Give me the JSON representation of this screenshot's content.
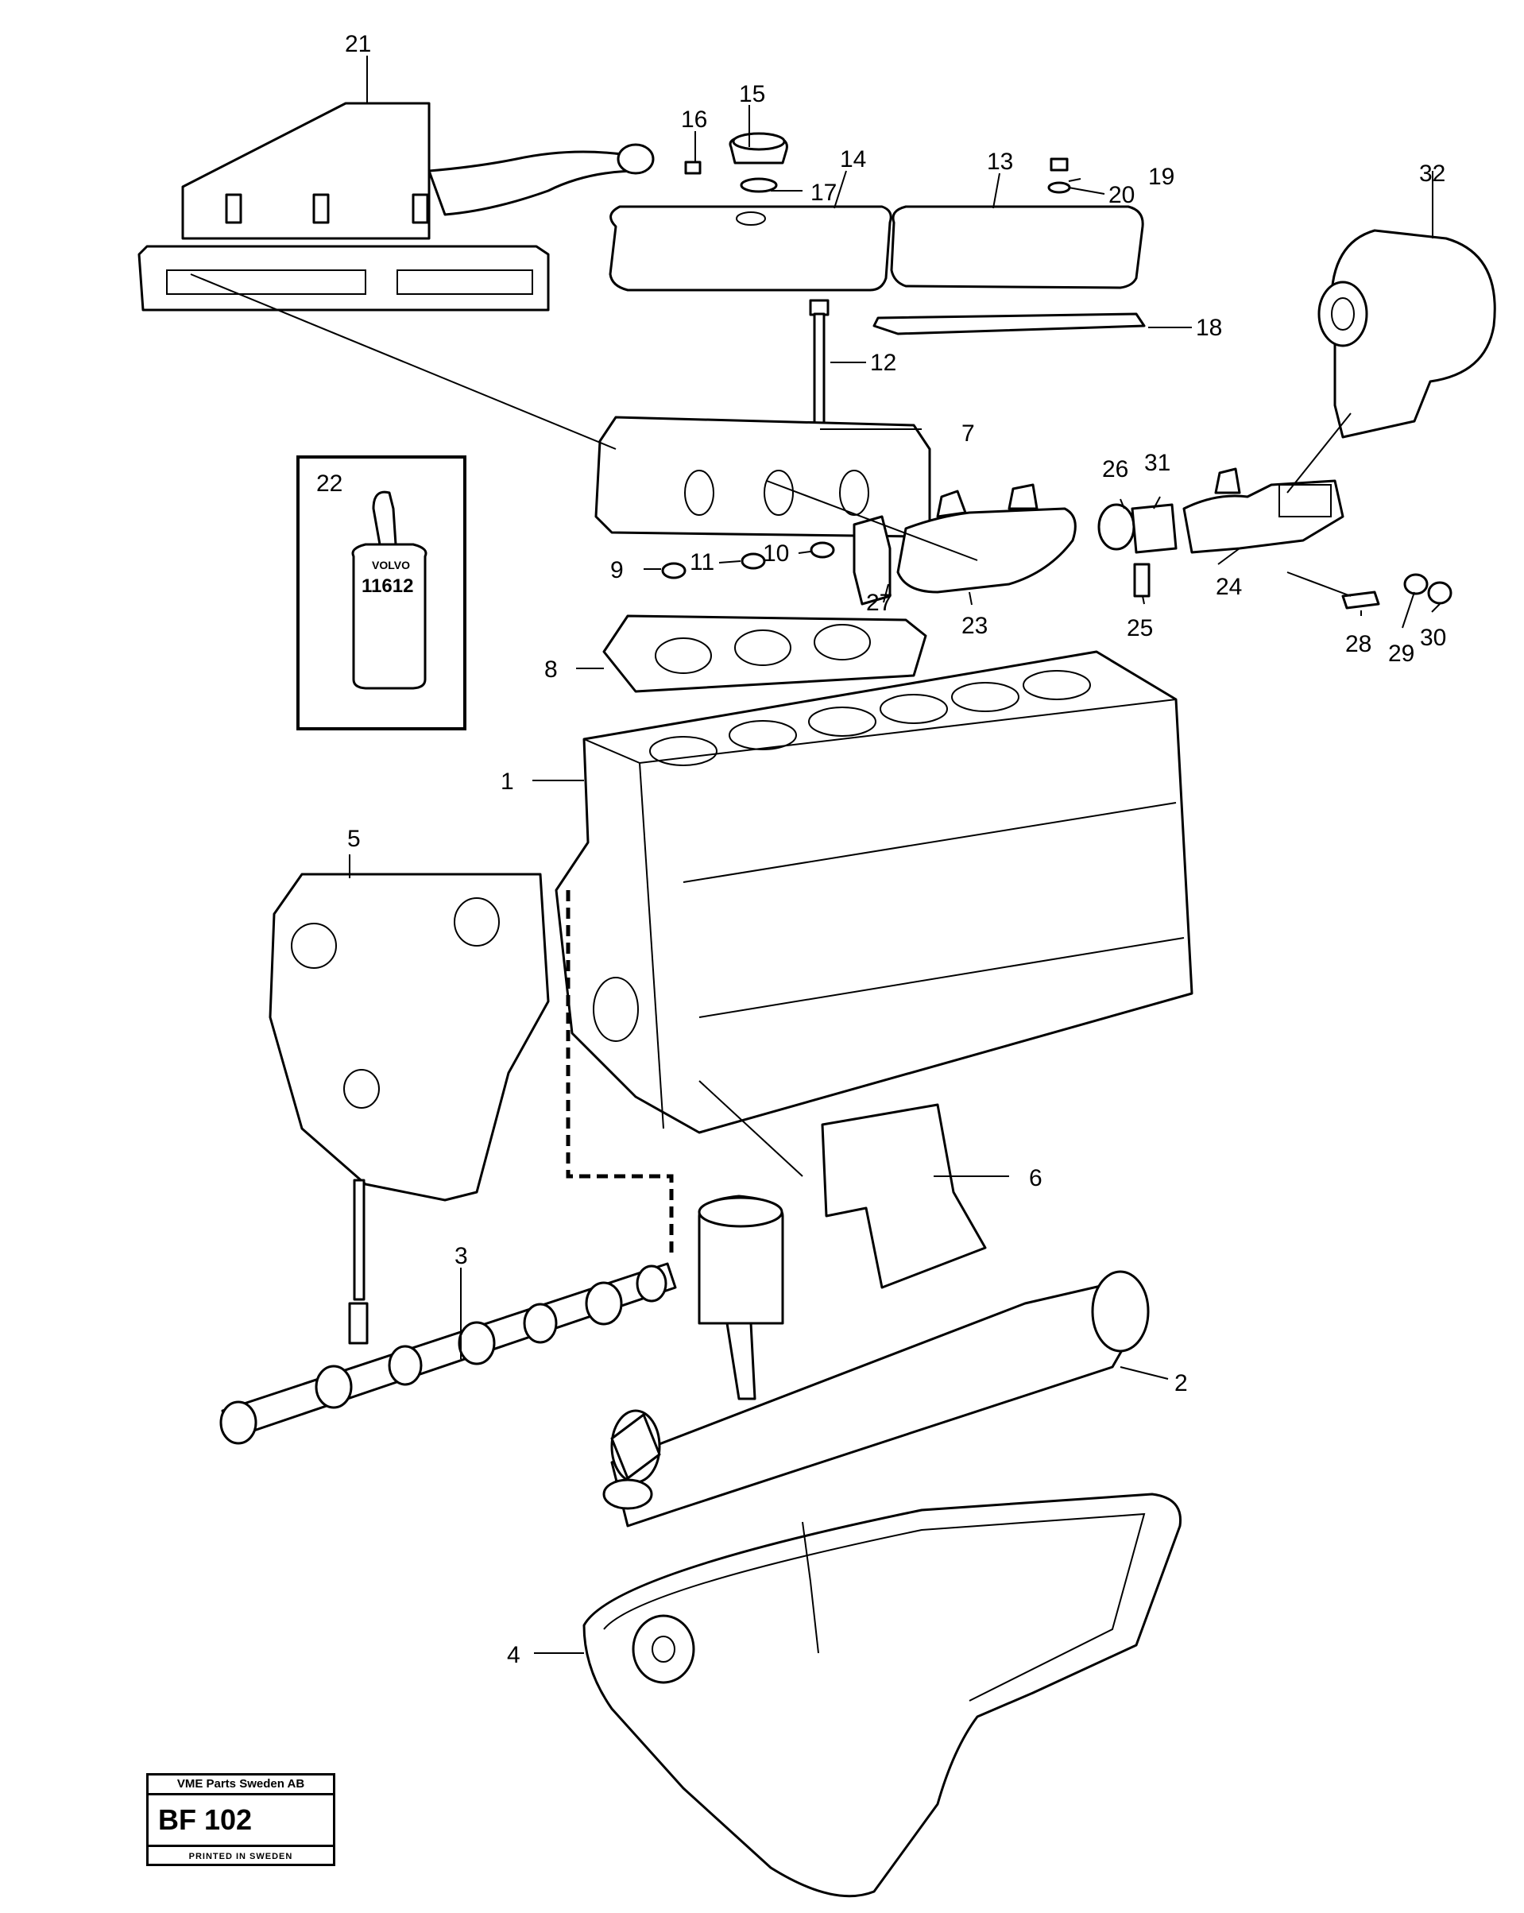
{
  "callouts": [
    "1",
    "2",
    "3",
    "4",
    "5",
    "6",
    "7",
    "8",
    "9",
    "10",
    "11",
    "12",
    "13",
    "14",
    "15",
    "16",
    "17",
    "18",
    "19",
    "20",
    "21",
    "22",
    "23",
    "24",
    "25",
    "26",
    "27",
    "28",
    "29",
    "30",
    "31",
    "32"
  ],
  "kit_box": {
    "bottle_text": "11612",
    "brand_text": "VOLVO"
  },
  "title_block": {
    "company": "VME Parts Sweden AB",
    "code": "BF 102",
    "printed": "PRINTED IN SWEDEN"
  }
}
